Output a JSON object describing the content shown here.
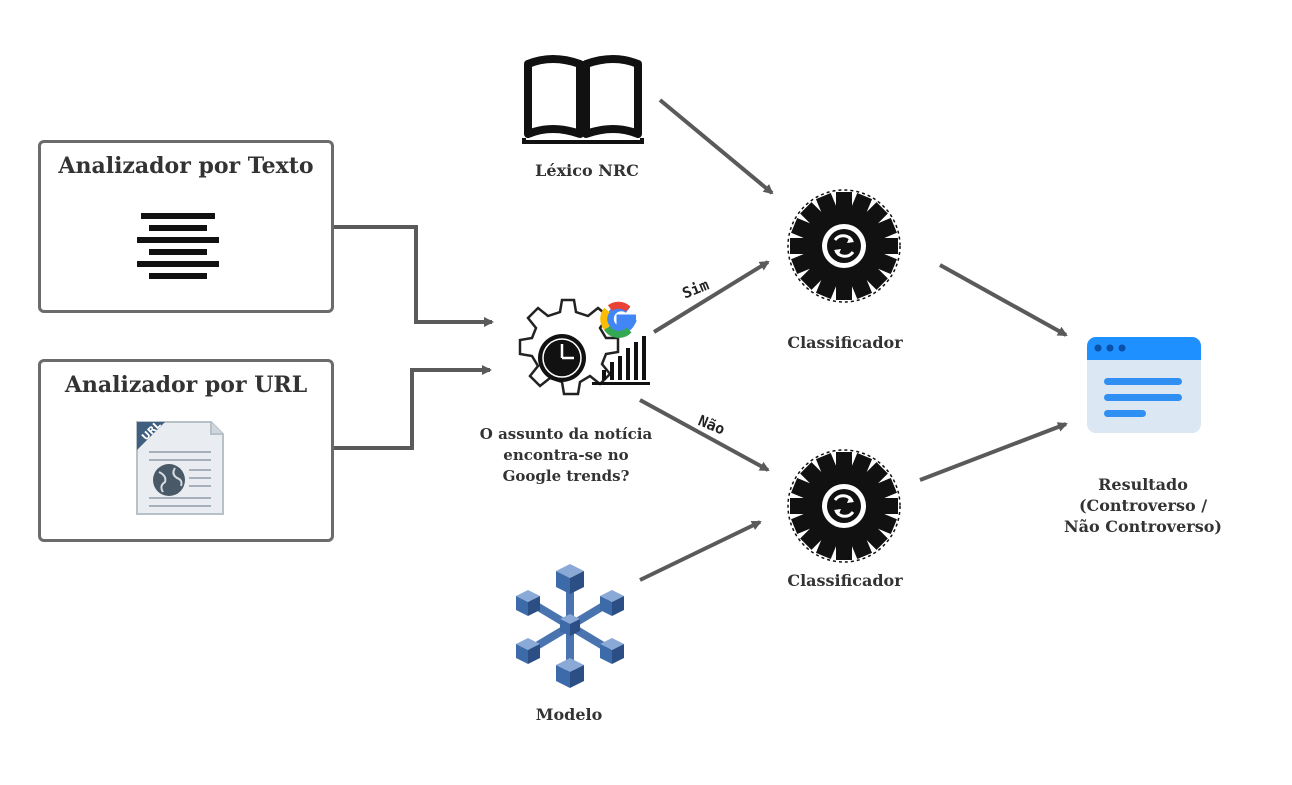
{
  "inputs": {
    "text_analyzer": {
      "title": "Analizador por Texto",
      "icon": "align-center-text-icon"
    },
    "url_analyzer": {
      "title": "Analizador por URL",
      "icon": "url-document-globe-icon",
      "badge": "URL"
    }
  },
  "decision": {
    "icon": "gear-clock-google-trends-icon",
    "question": "O assunto da notícia encontra-se no Google trends?",
    "question_lines": [
      "O assunto da notícia",
      "encontra-se no",
      "Google trends?"
    ],
    "yes_label": "Sim",
    "no_label": "Não"
  },
  "lexicon": {
    "label": "Léxico NRC",
    "icon": "open-book-icon"
  },
  "model": {
    "label": "Modelo",
    "icon": "cube-network-icon"
  },
  "classifier_top": {
    "label": "Classificador",
    "icon": "gear-refresh-icon"
  },
  "classifier_bottom": {
    "label": "Classificador",
    "icon": "gear-refresh-icon"
  },
  "result": {
    "icon": "browser-window-icon",
    "label_lines": [
      "Resultado",
      "(Controverso /",
      "Não Controverso)"
    ]
  },
  "colors": {
    "arrow": "#5a5a5a",
    "box_border": "#6b6b6b",
    "window_header": "#1e90ff",
    "window_body": "#dbe7f3",
    "window_lines": "#2f8ff2",
    "cube_blue": "#4a74b0"
  }
}
